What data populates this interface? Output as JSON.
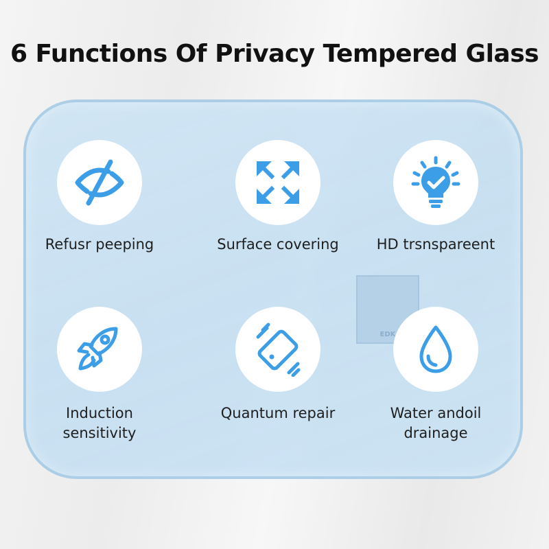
{
  "title": "6 Functions Of Privacy Tempered Glass",
  "accent_color": "#3d9ee8",
  "features": [
    {
      "icon": "eye-slash-icon",
      "label_lines": [
        "Refusr peeping"
      ]
    },
    {
      "icon": "expand-arrows-icon",
      "label_lines": [
        "Surface covering"
      ]
    },
    {
      "icon": "lightbulb-check-icon",
      "label_lines": [
        "HD trsnspareent"
      ]
    },
    {
      "icon": "rocket-icon",
      "label_lines": [
        "Induction",
        "sensitivity"
      ]
    },
    {
      "icon": "phone-repair-icon",
      "label_lines": [
        "Quantum repair"
      ]
    },
    {
      "icon": "water-drop-icon",
      "label_lines": [
        "Water andoil",
        "drainage"
      ]
    }
  ],
  "watermark": {
    "text": "EDK"
  }
}
